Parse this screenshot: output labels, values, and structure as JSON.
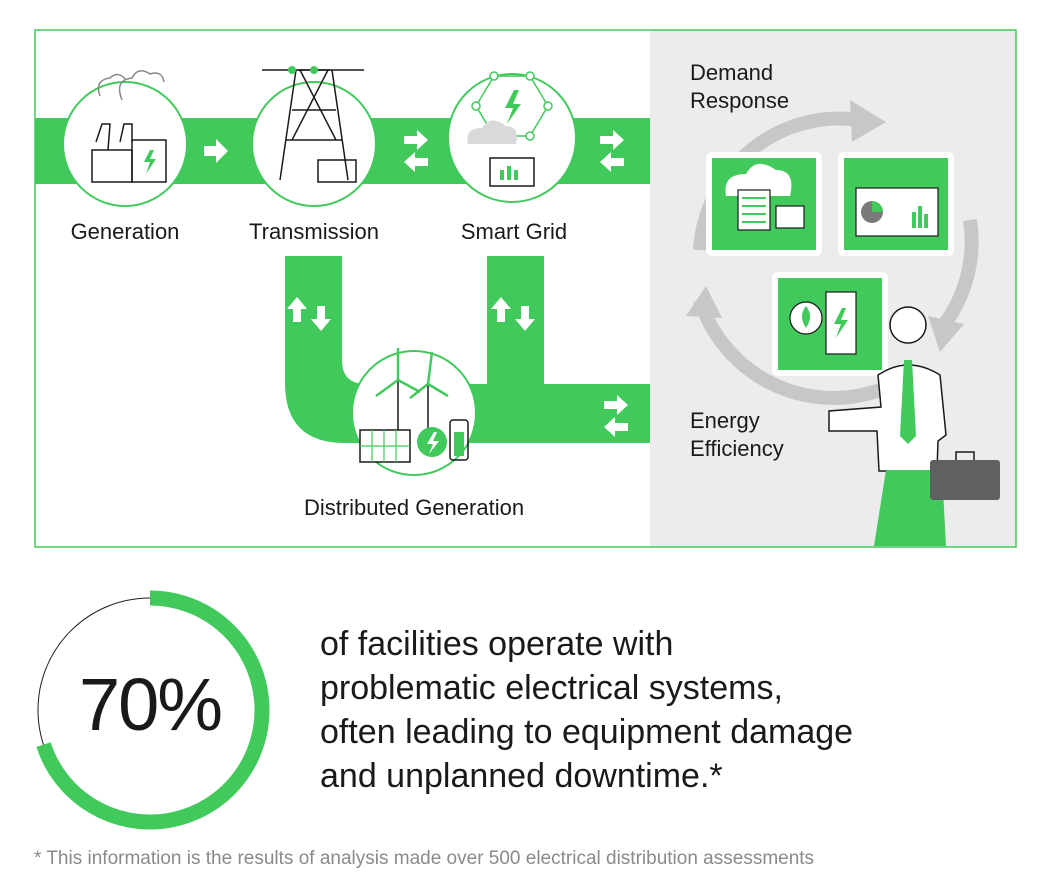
{
  "diagram": {
    "nodes": {
      "generation": "Generation",
      "transmission": "Transmission",
      "smart_grid": "Smart Grid",
      "distributed_generation": "Distributed Generation"
    },
    "panel": {
      "demand_response": [
        "Demand",
        "Response"
      ],
      "energy_efficiency": [
        "Energy",
        "Efficiency"
      ]
    },
    "colors": {
      "accent": "#42c95c",
      "panel_bg": "#ececec",
      "border": "#42c95c",
      "briefcase": "#5f6062"
    }
  },
  "stat": {
    "value": "70%",
    "fraction": 0.7,
    "lines": [
      "of facilities operate with",
      "problematic electrical systems,",
      "often leading to equipment damage",
      "and unplanned downtime.*"
    ]
  },
  "footnote": "* This information is the results of analysis made over 500 electrical distribution assessments"
}
